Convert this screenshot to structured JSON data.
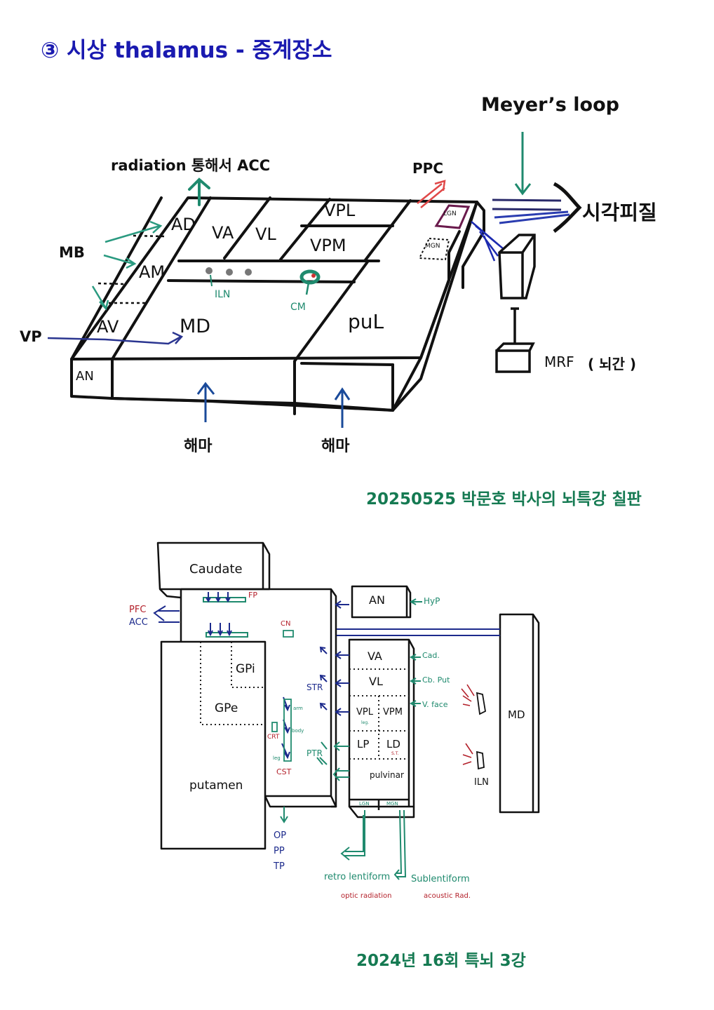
{
  "title": "③ 시상 thalamus  - 중계장소",
  "colors": {
    "title_blue": "#1a1ab0",
    "credit_green": "#157a52",
    "teal": "#1f8a6e",
    "navy": "#1c2a8c",
    "red": "#b3202a",
    "ink": "#111111"
  },
  "diagram1": {
    "labels": {
      "radiation": "radiation 통해서 ACC",
      "mb": "MB",
      "vp": "VP",
      "ppc": "PPC",
      "meyers_loop": "Meyer’s loop",
      "visual_cortex": "시각피질",
      "mrf_paren": "( 뇌간 )",
      "hippocampus_1": "해마",
      "hippocampus_2": "해마"
    },
    "nuclei": {
      "ad": "AD",
      "am": "AM",
      "av": "AV",
      "an": "AN",
      "va": "VA",
      "vl": "VL",
      "vpl": "VPL",
      "vpm": "VPM",
      "md": "MD",
      "pul": "puL",
      "iln": "ILN",
      "cm": "CM",
      "lgn": "LGN",
      "mgn": "MGN",
      "mrf": "MRF"
    },
    "credit": "20250525 박문호 박사의 뇌특강 칠판"
  },
  "diagram2": {
    "caudate": "Caudate",
    "putamen": "putamen",
    "gpi": "GPi",
    "gpe": "GPe",
    "fp": "FP",
    "cn": "CN",
    "pfc": "PFC",
    "acc": "ACC",
    "str": "STR",
    "ptr": "PTR",
    "crt": "CRT",
    "cst": "CST",
    "arm": "arm",
    "body": "body",
    "leg": "leg",
    "op": "OP",
    "pp": "PP",
    "tp": "TP",
    "an": "AN",
    "hyp": "HyP",
    "va": "VA",
    "vl": "VL",
    "vpl": "VPL",
    "vpl_sub": "leg.",
    "vpm": "VPM",
    "lp": "LP",
    "ld": "LD",
    "ld_sub": "S.T.",
    "pulvinar": "pulvinar",
    "lgn": "LGN",
    "mgn": "MGN",
    "cad": "Cad.",
    "cb_put": "Cb. Put",
    "v_face": "V. face",
    "md": "MD",
    "iln": "ILN",
    "retro_lentiform": "retro lentiform",
    "sublentiform": "Sublentiform",
    "optic_radiation": "optic radiation",
    "acoustic_rad": "acoustic Rad.",
    "credit": "2024년 16회 특뇌 3강"
  }
}
